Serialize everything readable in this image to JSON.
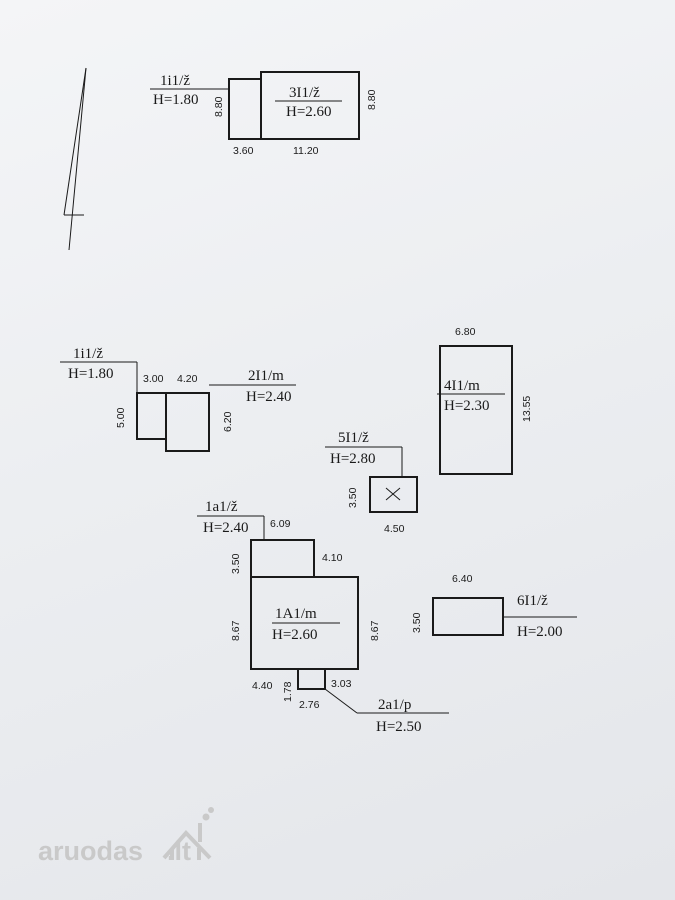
{
  "north_arrow": {
    "icon": "north-arrow-icon"
  },
  "buildings": [
    {
      "id": "1i1z_top",
      "label": "1i1/ž",
      "height": "H=1.80"
    },
    {
      "id": "3I1z",
      "label": "3I1/ž",
      "height": "H=2.60",
      "dims": {
        "left": "8.80",
        "right": "8.80",
        "bottom_a": "3.60",
        "bottom_b": "11.20"
      }
    },
    {
      "id": "1i1z_mid",
      "label": "1i1/ž",
      "height": "H=1.80",
      "dims": {
        "top_a": "3.00",
        "top_b": "4.20",
        "left": "5.00",
        "right": "6.20"
      }
    },
    {
      "id": "2I1m",
      "label": "2I1/m",
      "height": "H=2.40"
    },
    {
      "id": "4I1m",
      "label": "4I1/m",
      "height": "H=2.30",
      "dims": {
        "top": "6.80",
        "right": "13.55"
      }
    },
    {
      "id": "5I1z",
      "label": "5I1/ž",
      "height": "H=2.80",
      "dims": {
        "left": "3.50",
        "bottom": "4.50"
      }
    },
    {
      "id": "1a1z",
      "label": "1a1/ž",
      "height": "H=2.40",
      "dims": {
        "top": "6.09",
        "left": "3.50",
        "right": "4.10"
      }
    },
    {
      "id": "1A1m",
      "label": "1A1/m",
      "height": "H=2.60",
      "dims": {
        "left": "8.67",
        "right": "8.67",
        "bottom_left": "4.40",
        "bottom_right": "3.03"
      }
    },
    {
      "id": "2a1p",
      "label": "2a1/p",
      "height": "H=2.50",
      "dims": {
        "left": "1.78",
        "bottom": "2.76"
      }
    },
    {
      "id": "6I1z",
      "label": "6I1/ž",
      "height": "H=2.00",
      "dims": {
        "top": "6.40",
        "left": "3.50"
      }
    }
  ],
  "watermark": {
    "text_main": "aruodas",
    "text_tld": ".lt",
    "icon": "house-logo-icon"
  }
}
